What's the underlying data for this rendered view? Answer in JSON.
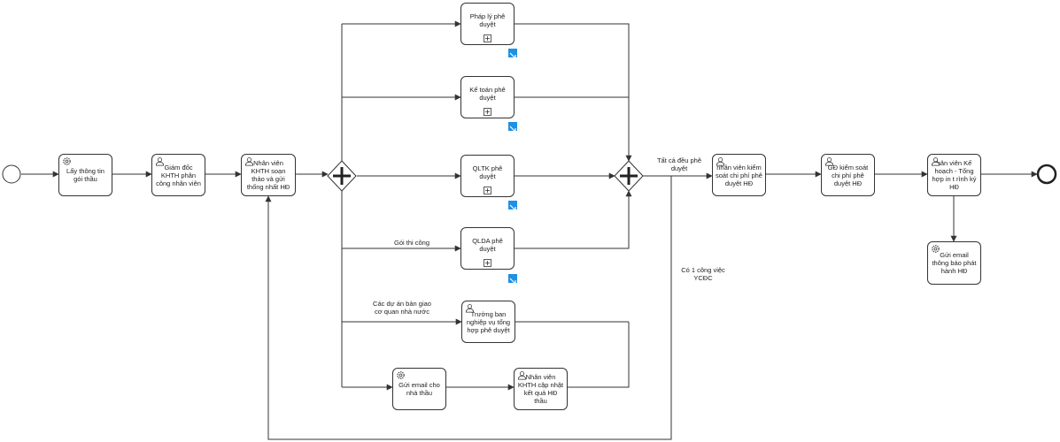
{
  "tasks": {
    "lay_thong_tin": "Lấy thông tin gói thầu",
    "giam_doc": "Giám đốc KHTH phân công nhân viên",
    "nv_khth_soan": "Nhân viên KHTH soạn thảo và gửi thống nhất HĐ",
    "phap_ly": "Pháp lý phê duyệt",
    "ke_toan": "Kế toán phê duyệt",
    "qltk": "QLTK phê duyệt",
    "qlda": "QLDA phê duyệt",
    "truong_ban": "Trưởng ban nghiệp vụ tổng hợp phê duyệt",
    "gui_email_nha_thau": "Gửi email cho nhà thầu",
    "nv_khth_cap_nhat": "Nhân viên KHTH cập nhật kết quả HĐ thầu",
    "nv_kiem_soat": "nhân viên kiểm soát chi phí phê duyệt HĐ",
    "gd_kiem_soat": "GĐ kiểm soát chi phí phê duyệt HĐ",
    "nv_ke_hoach": "hân viên Kế hoạch - Tổng hợp in t rình ký HĐ",
    "gui_email_thong_bao": "Gửi email thông báo phát hành HĐ"
  },
  "edge_labels": {
    "goi_thi_cong": "Gói thi công",
    "cac_du_an": "Các dự án bàn giao cơ quan nhà nước",
    "tat_ca_deu": "Tất cả đều phê duyệt",
    "co_1_cong_viec": "Có 1 công việc YCĐC"
  },
  "icons": {
    "user": "user-task-icon",
    "service": "gear-service-icon",
    "subprocess": "plus-box-icon",
    "link": "blue-link-icon"
  },
  "colors": {
    "stroke": "#333333",
    "link": "#1e90e6"
  }
}
